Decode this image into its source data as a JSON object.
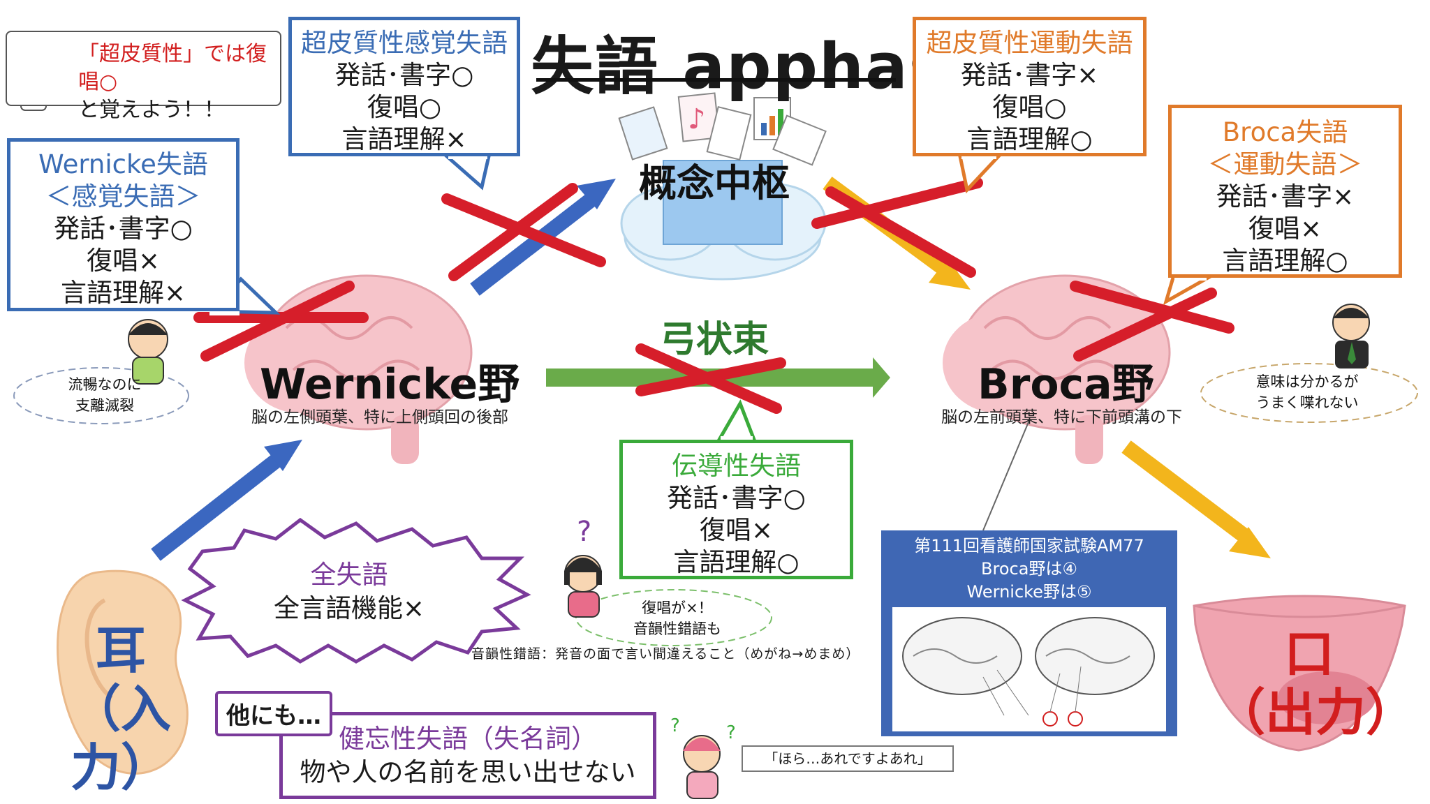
{
  "title": "失語 apphasia",
  "note": {
    "line1": "「超皮質性」では復唱○",
    "line2": "と覚えよう！！"
  },
  "concept_center": "概念中枢",
  "arcuate": "弓状束",
  "wernicke": {
    "name": "Wernicke野",
    "location": "脳の左側頭葉、特に上側頭回の後部"
  },
  "broca": {
    "name": "Broca野",
    "location": "脳の左前頭葉、特に下前頭溝の下"
  },
  "boxes": {
    "transcortical_sensory": {
      "title": "超皮質性感覚失語",
      "l1": "発話･書字○",
      "l2": "復唱○",
      "l3": "言語理解×"
    },
    "transcortical_motor": {
      "title": "超皮質性運動失語",
      "l1": "発話･書字×",
      "l2": "復唱○",
      "l3": "言語理解○"
    },
    "wernicke_aphasia": {
      "title1": "Wernicke失語",
      "title2": "＜感覚失語＞",
      "l1": "発話･書字○",
      "l2": "復唱×",
      "l3": "言語理解×"
    },
    "broca_aphasia": {
      "title1": "Broca失語",
      "title2": "＜運動失語＞",
      "l1": "発話･書字×",
      "l2": "復唱×",
      "l3": "言語理解○"
    },
    "conduction": {
      "title": "伝導性失語",
      "l1": "発話･書字○",
      "l2": "復唱×",
      "l3": "言語理解○"
    }
  },
  "global_aphasia": {
    "title": "全失語",
    "desc": "全言語機能×"
  },
  "others": {
    "label": "他にも…",
    "title": "健忘性失語（失名詞）",
    "desc": "物や人の名前を思い出せない"
  },
  "bubbles": {
    "wernicke_1": "流暢なのに",
    "wernicke_2": "支離滅裂",
    "broca_1": "意味は分かるが",
    "broca_2": "うまく喋れない",
    "conduction_1": "復唱が×！",
    "conduction_2": "音韻性錯語も"
  },
  "definition": "音韻性錯語：発音の面で言い間違えること（めがね→めまめ）",
  "exam": {
    "l1": "第111回看護師国家試験AM77",
    "l2": "Broca野は④",
    "l3": "Wernicke野は⑤"
  },
  "speech": "「ほら…あれですよあれ」",
  "ear": {
    "l1": "耳",
    "l2": "（入力）"
  },
  "mouth": {
    "l1": "口",
    "l2": "（出力）"
  },
  "colors": {
    "blue": "#3a6cb4",
    "orange": "#e07a2a",
    "green": "#3aaa3a",
    "purple": "#7a3a9a",
    "red_cross": "#d61e2a",
    "yellow_arrow": "#f3b51c",
    "brain": "#f4b8bf",
    "ear": "#f7d4ad",
    "mouth": "#f0a4b0"
  }
}
